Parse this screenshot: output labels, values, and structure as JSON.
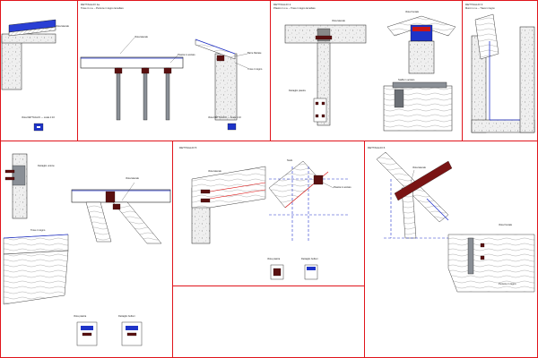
{
  "sheet_colors": {
    "frame": "#e0141b",
    "section_line": "#2233cc",
    "fastener": "#7a1414",
    "concrete_fill": "#e6e6e6"
  },
  "panels": [
    {
      "id": "p1",
      "title": "",
      "subtitle": "",
      "notes": [
        "Vista laterale"
      ],
      "caption": "Vista DETTAGLIO — scala 1:10"
    },
    {
      "id": "p2",
      "title": "DETTAGLIO 1a",
      "subtitle": "Trave in c.a. – Puntone in legno lamellare",
      "notes": [
        "Vista laterale",
        "Piastra in acciaio",
        "Barre filettate",
        "Trave in legno"
      ],
      "caption": "Vista DETTAGLIO — scala 1:10"
    },
    {
      "id": "p3",
      "title": "DETTAGLIO 2",
      "subtitle": "Pilastro in c.a. – Trave in legno lamellare",
      "notes": [
        "Vista laterale",
        "Vista frontale",
        "Staffa in acciaio",
        "Dettaglio piastra"
      ],
      "caption": ""
    },
    {
      "id": "p4",
      "title": "DETTAGLIO 3",
      "subtitle": "Muro in c.a. – Trave in legno",
      "notes": [],
      "caption": ""
    },
    {
      "id": "p5",
      "title": "",
      "subtitle": "",
      "notes": [
        "Vista laterale",
        "Trave in legno",
        "Dettaglio unione"
      ],
      "caption": ""
    },
    {
      "id": "p6",
      "title": "DETTAGLIO 5",
      "subtitle": "",
      "notes": [
        "Vista laterale",
        "Nodo",
        "Piastra in acciaio"
      ],
      "caption": ""
    },
    {
      "id": "p7",
      "title": "DETTAGLIO 6",
      "subtitle": "",
      "notes": [
        "Vista laterale",
        "Puntone in legno",
        "Vista frontale"
      ],
      "caption": ""
    }
  ],
  "sub_captions": [
    "Vista piastra",
    "Dettaglio bulloni",
    "Vista piastra",
    "Dettaglio bulloni"
  ]
}
